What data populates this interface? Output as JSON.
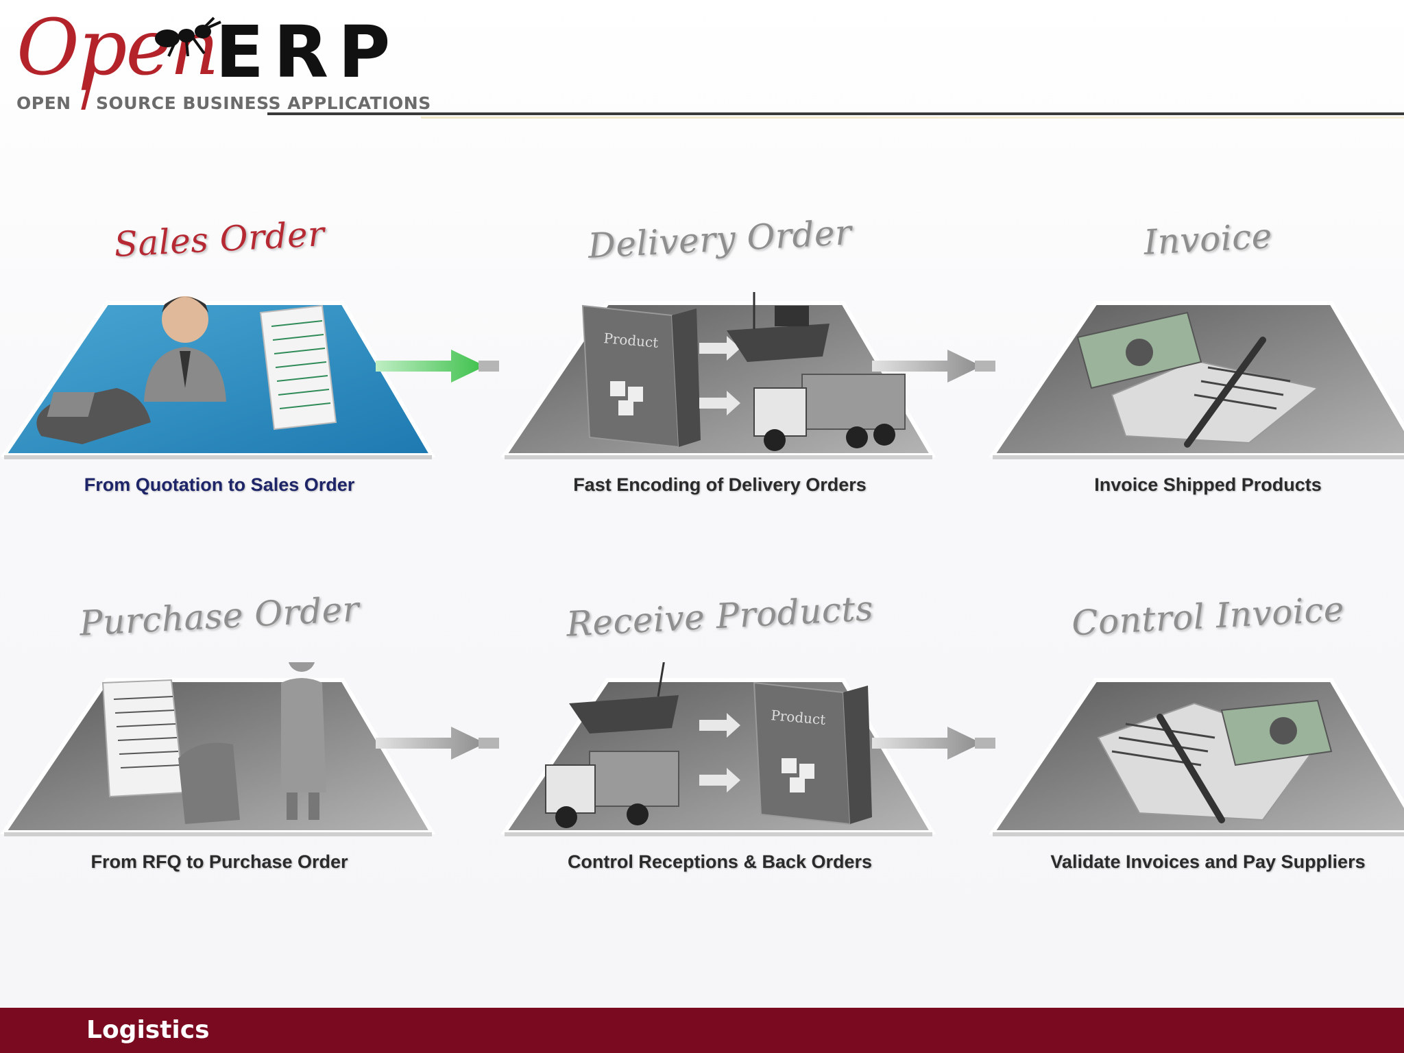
{
  "logo": {
    "word_open": "Open",
    "word_erp": "ERP",
    "tagline_left": "OPEN",
    "tagline_right": "SOURCE BUSINESS APPLICATIONS",
    "brand_red": "#b4222a"
  },
  "rows": [
    {
      "steps": [
        {
          "title": "Sales Order",
          "caption": "From Quotation to Sales Order",
          "icon": "salesperson-phone-document-icon",
          "highlighted": true
        },
        {
          "title": "Delivery Order",
          "caption": "Fast Encoding of Delivery Orders",
          "icon": "product-box-ship-truck-icon",
          "product_label": "Product"
        },
        {
          "title": "Invoice",
          "caption": "Invoice Shipped Products",
          "icon": "money-invoice-pen-icon"
        }
      ]
    },
    {
      "steps": [
        {
          "title": "Purchase Order",
          "caption": "From RFQ to Purchase Order",
          "icon": "document-handshake-supplier-icon"
        },
        {
          "title": "Receive Products",
          "caption": "Control Receptions & Back Orders",
          "icon": "ship-truck-product-box-icon",
          "product_label": "Product"
        },
        {
          "title": "Control Invoice",
          "caption": "Validate Invoices and Pay Suppliers",
          "icon": "invoice-money-pen-icon"
        }
      ]
    }
  ],
  "footer": {
    "title": "Logistics",
    "color": "#7a0a1f"
  }
}
